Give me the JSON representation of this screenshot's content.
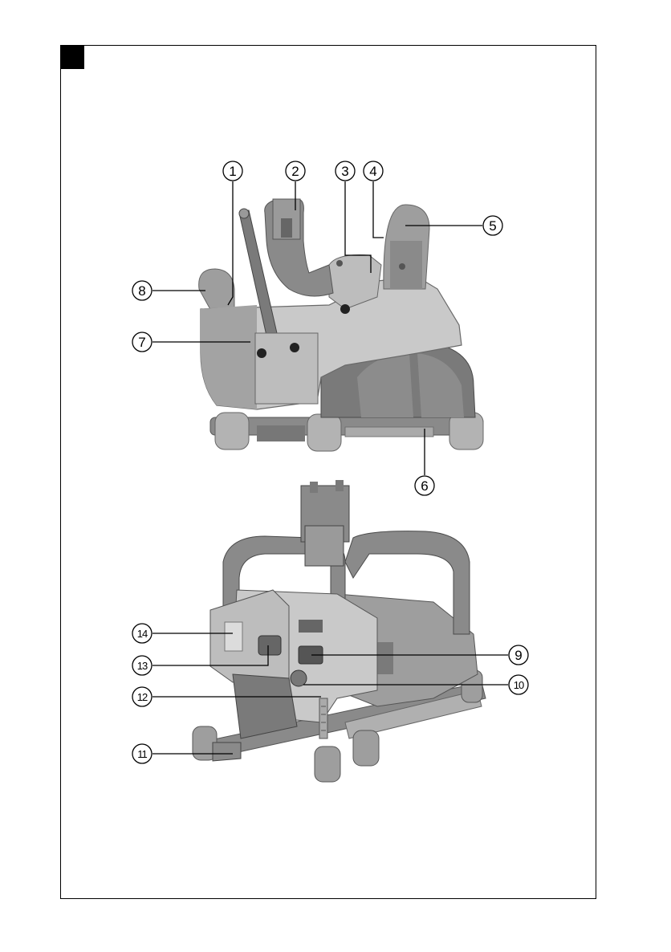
{
  "callouts": {
    "c1": "1",
    "c2": "2",
    "c3": "3",
    "c4": "4",
    "c5": "5",
    "c6": "6",
    "c7": "7",
    "c8": "8",
    "c9": "9",
    "c10": "10",
    "c11": "11",
    "c12": "12",
    "c13": "13",
    "c14": "14"
  },
  "colors": {
    "body_light": "#c9c9c9",
    "body_mid": "#9e9e9e",
    "body_dark": "#7a7a7a",
    "body_darkest": "#4a4a4a"
  }
}
